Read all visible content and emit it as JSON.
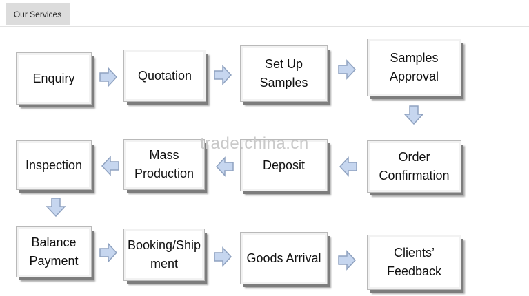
{
  "tab": {
    "label": "Our Services"
  },
  "watermark": "trade.china.cn",
  "steps": [
    {
      "label": "Enquiry"
    },
    {
      "label": "Quotation"
    },
    {
      "label": "Set Up\nSamples"
    },
    {
      "label": "Samples\nApproval"
    },
    {
      "label": "Order\nConfirmation"
    },
    {
      "label": "Deposit"
    },
    {
      "label": "Mass\nProduction"
    },
    {
      "label": "Inspection"
    },
    {
      "label": "Balance\nPayment"
    },
    {
      "label": "Booking/Ship\nment"
    },
    {
      "label": "Goods Arrival"
    },
    {
      "label": "Clients’\nFeedback"
    }
  ],
  "colors": {
    "arrow_fill": "#c6d6ef",
    "arrow_stroke": "#8fa2c0"
  }
}
